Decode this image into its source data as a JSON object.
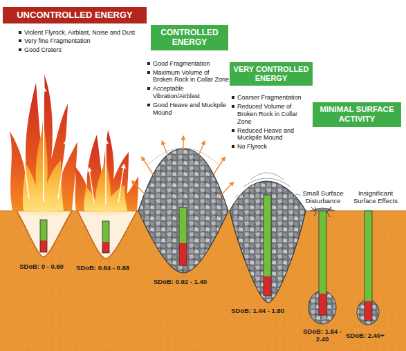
{
  "diagram": {
    "nodes": [
      {
        "text": [
          "UNCONTROLLED ENERGY"
        ]
      },
      {
        "text": [
          "CONTROLLED ENERGY"
        ]
      },
      {
        "text": [
          "VERY CONTROLLED ENERGY"
        ]
      },
      {
        "text": [
          "MINIMAL SURFACE ACTIVITY"
        ]
      }
    ],
    "labels": [
      "Violent Flyrock, Airblast, Noise and Dust",
      "Very fine Fragmentation",
      "Good Craters",
      "Good Fragmentation",
      "Maximum Volume of Broken Rock in Collar Zone",
      "Acceptable Vibration/Airblast",
      "Good Heave and Muckpile Mound",
      "Coarser Fragmentation",
      "Reduced Volume of Broken Rock in Collar Zone",
      "Reduced Heave and Muckpile Mound",
      "No Flyrock",
      "Small Surface Disturbance",
      "Insignificant Surface Effects",
      "SDoB: 0 - 0.60",
      "SDoB: 0.64 - 0.88",
      "SDoB: 0.92 - 1.40",
      "SDoB: 1.44 - 1.80",
      "SDoB: 1.84 - 2.40",
      "SDoB: 2.40+"
    ]
  }
}
